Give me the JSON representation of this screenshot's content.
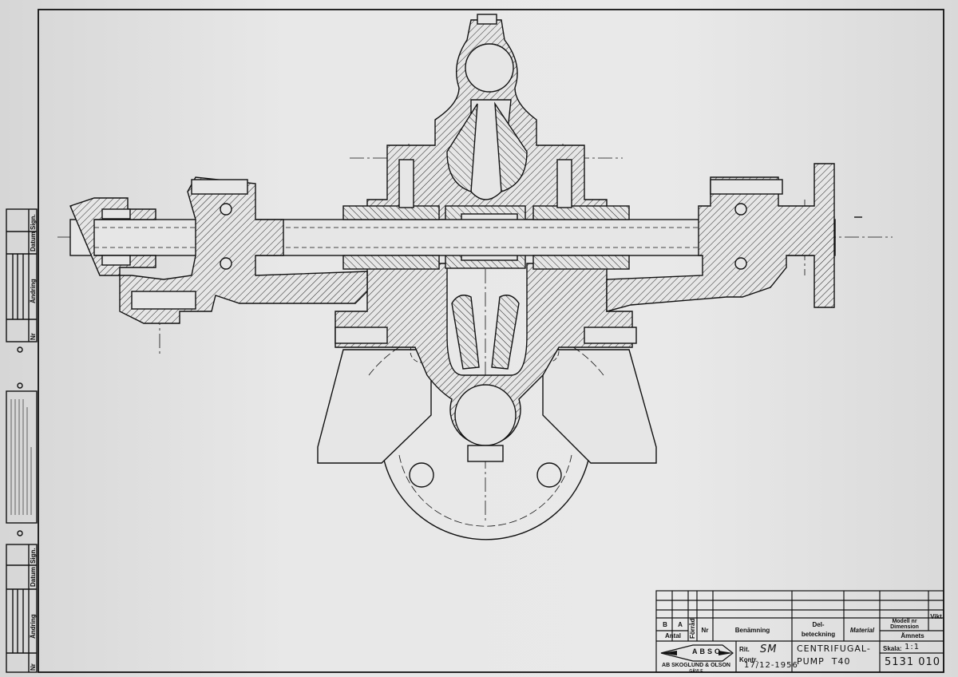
{
  "title_block": {
    "headers": {
      "b": "B",
      "a": "A",
      "antal": "Antal",
      "forrad": "Förråd",
      "nr": "Nr",
      "benamning": "Benämning",
      "del": "Del-",
      "beteckning": "beteckning",
      "material": "Material",
      "modell": "Modell nr",
      "dimension": "Dimension",
      "vikt": "Vikt",
      "amnets": "Ämnets"
    },
    "company_logo": "ABSO",
    "company_name": "AB SKOGLUND & OLSON",
    "company_city": "GÄVLE",
    "rit_label": "Rit.",
    "kontr_label": "Kontr.",
    "signature": "SM",
    "date": "17/12-1956",
    "drawing_title_line1": "CENTRIFUGAL-",
    "drawing_title_line2": "PUMP  T40",
    "scale_label": "Skala:",
    "scale_value": "1:1",
    "drawing_number": "5131 010"
  },
  "revision_table": {
    "nr": "Nr",
    "andring": "Ändring",
    "datum": "Datum",
    "sign": "Sign."
  }
}
